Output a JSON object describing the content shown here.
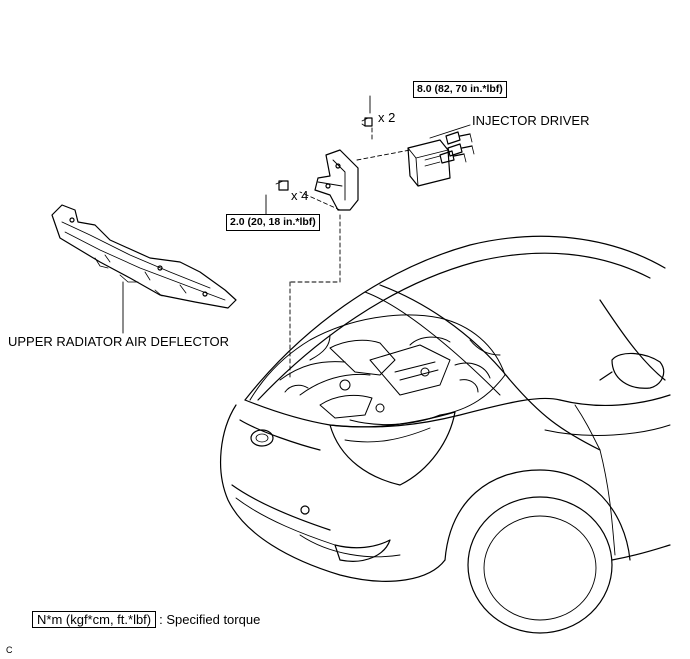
{
  "labels": {
    "injector_driver": "INJECTOR DRIVER",
    "upper_deflector": "UPPER RADIATOR AIR DEFLECTOR",
    "torque_bracket_bolts": "8.0 (82, 70 in.*lbf)",
    "torque_driver_bolts": "2.0 (20, 18 in.*lbf)",
    "qty_bracket_bolts": "x 2",
    "qty_driver_bolts": "x 4"
  },
  "legend": {
    "unit_box": "N*m (kgf*cm, ft.*lbf)",
    "text": ": Specified torque"
  },
  "corner_code": "C"
}
